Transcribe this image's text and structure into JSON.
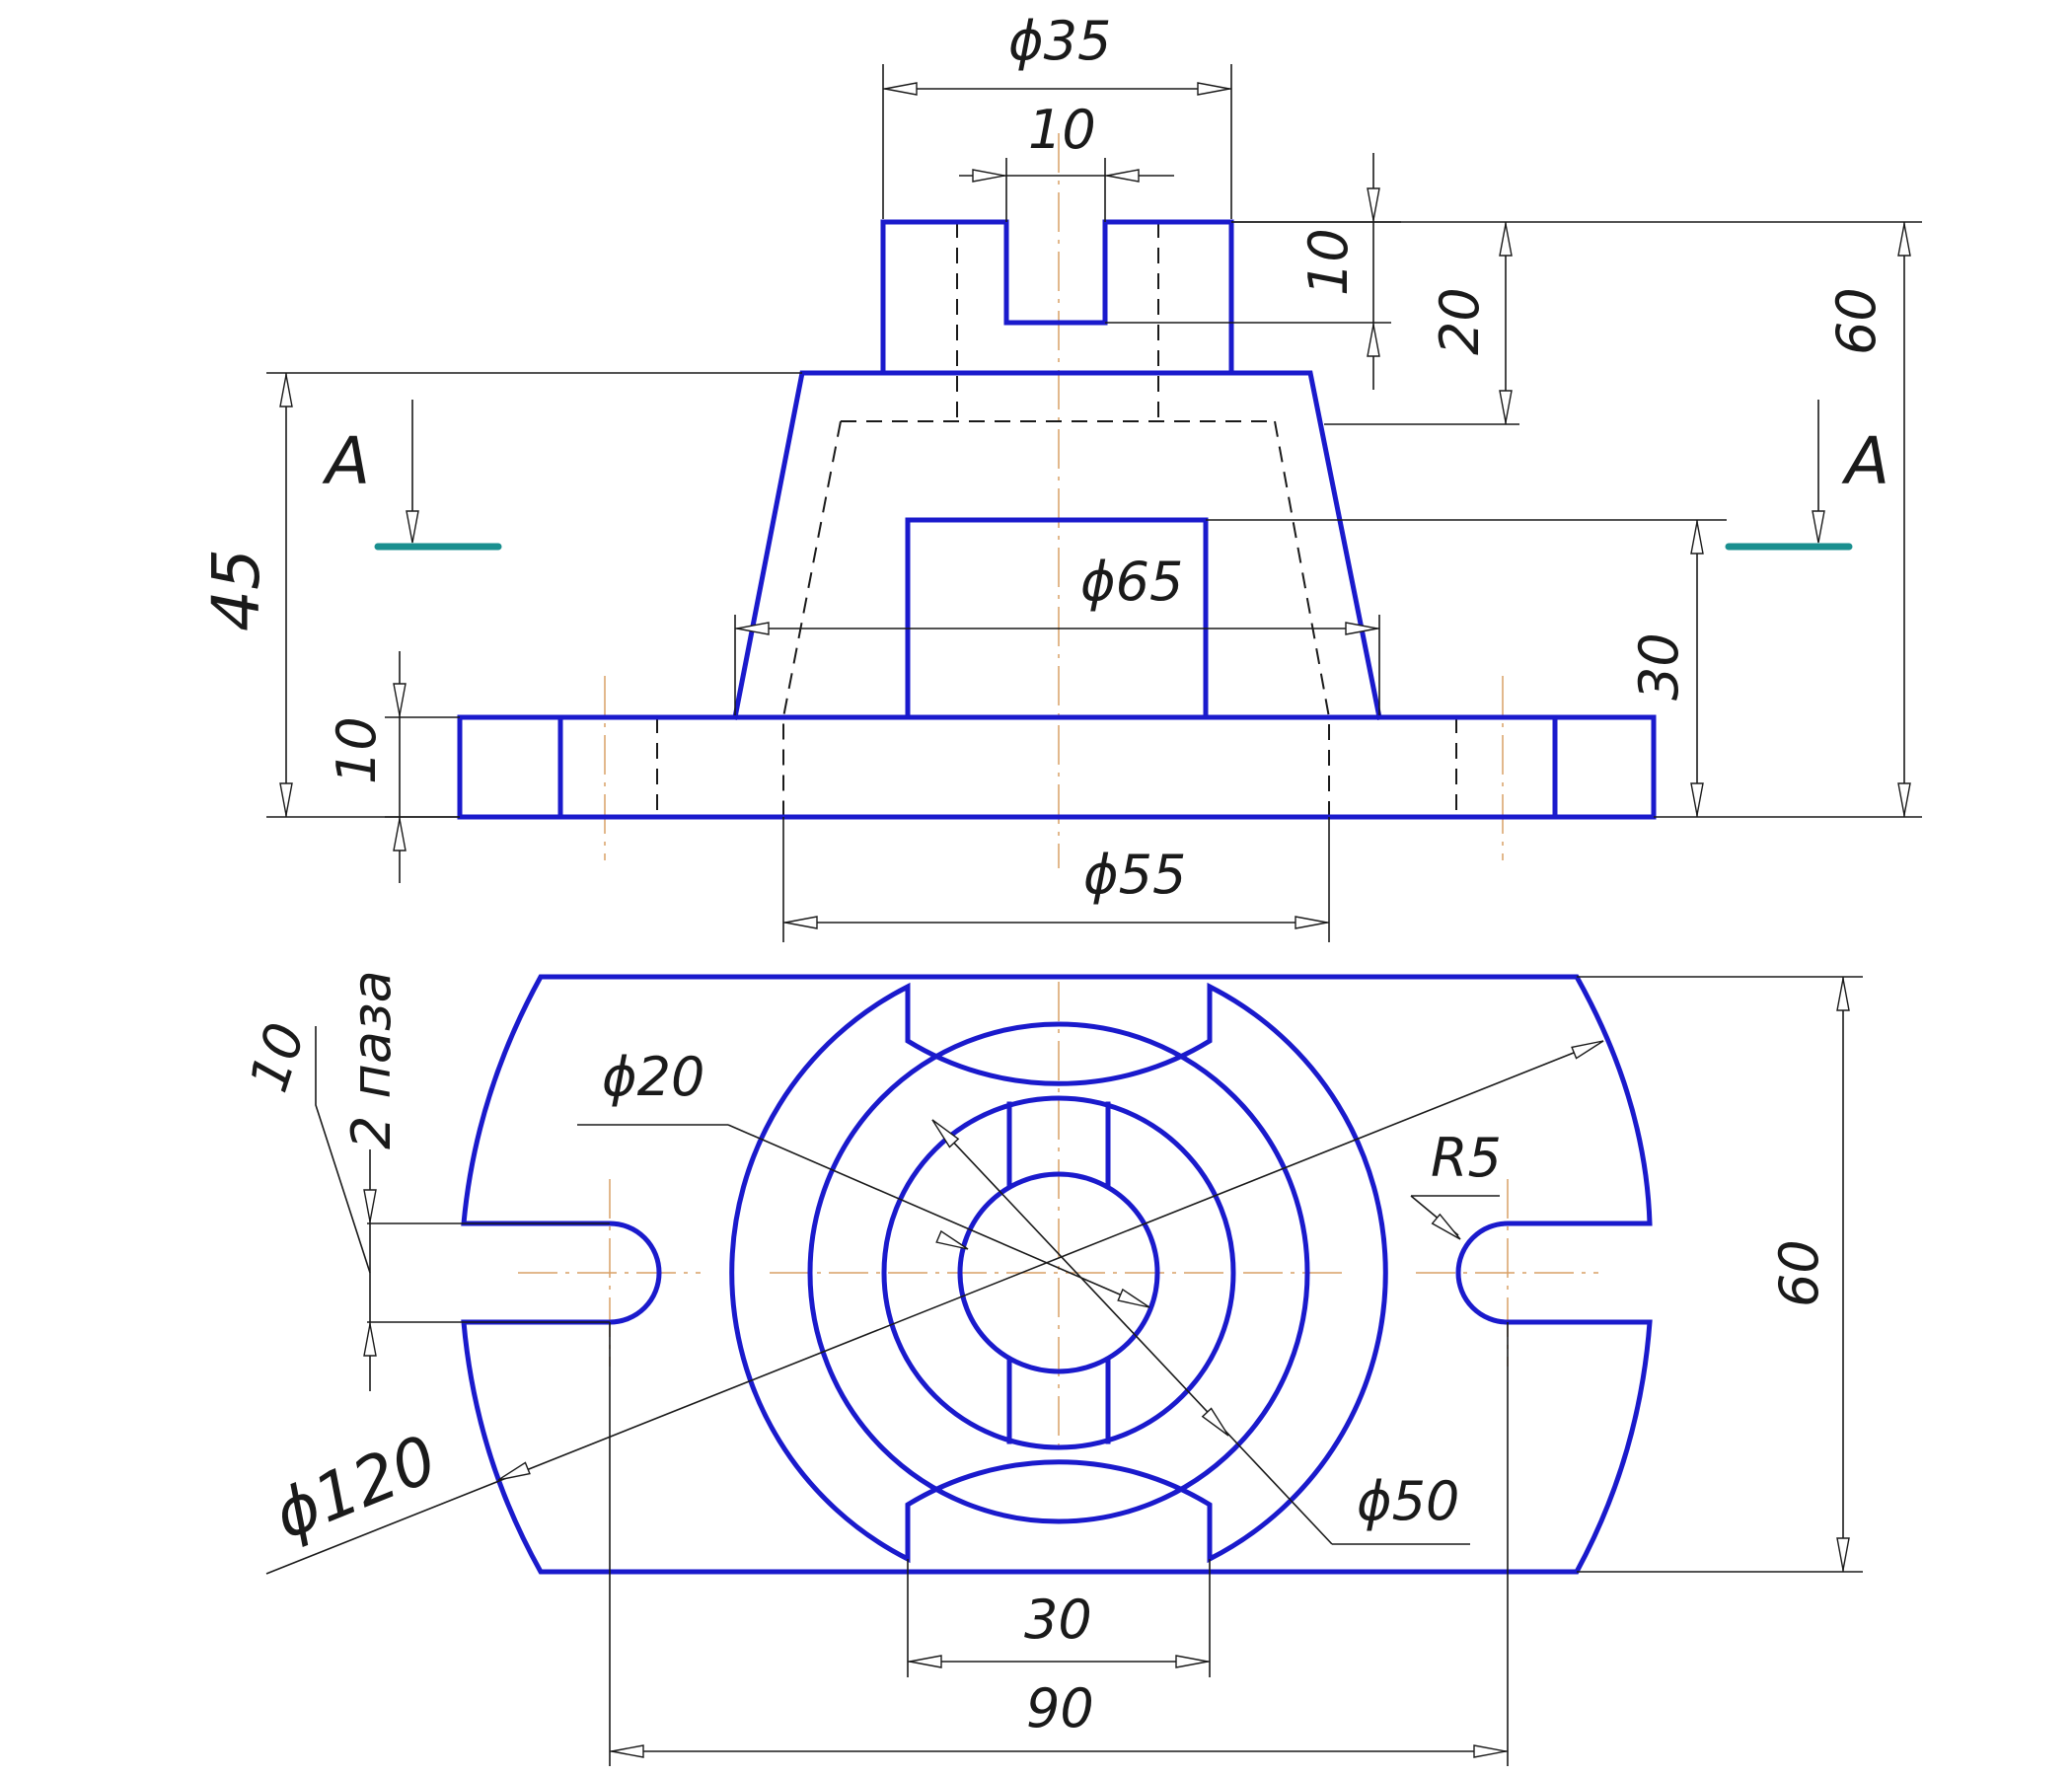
{
  "colors": {
    "outline": "#1a1acc",
    "thin": "#1a1a1a",
    "center": "#d9a066",
    "section": "#1a8f8f",
    "background": "#ffffff"
  },
  "section": {
    "left_label": "A",
    "right_label": "A"
  },
  "front_view": {
    "dim_top_outer": "ϕ35",
    "dim_slot_width": "10",
    "dim_slot_depth": "10",
    "dim_boss_height": "20",
    "dim_total_height": "60",
    "dim_body_height": "45",
    "dim_cone_diam": "ϕ65",
    "dim_flange_thickness": "10",
    "dim_cavity_height": "30",
    "dim_bottom_diam": "ϕ55"
  },
  "top_view": {
    "dim_inner_diam": "ϕ20",
    "dim_slot_width": "10",
    "dim_slot_note": "2 паза",
    "dim_radius": "R5",
    "dim_width": "60",
    "dim_outer_diam": "ϕ120",
    "dim_circle_diam": "ϕ50",
    "dim_notch_width": "30",
    "dim_slot_spacing": "90"
  }
}
